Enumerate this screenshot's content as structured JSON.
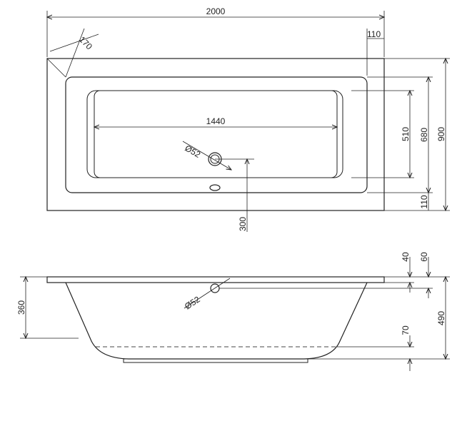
{
  "top_view": {
    "overall_length": "2000",
    "corner_offset": "170",
    "rim_right": "110",
    "inner_length": "1440",
    "inner_width": "510",
    "middle_width": "680",
    "overall_width": "900",
    "rim_bottom": "110",
    "drain_offset": "300",
    "drain_diameter": "Ø52"
  },
  "side_view": {
    "rim_thickness": "40",
    "rim_to_overflow": "60",
    "left_height": "360",
    "overflow_diameter": "Ø52",
    "base_height": "70",
    "total_height": "490"
  }
}
